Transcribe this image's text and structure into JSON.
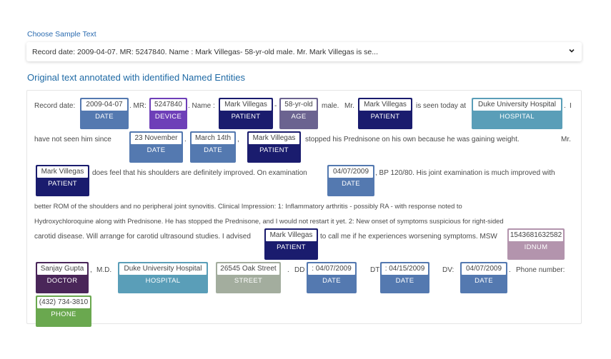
{
  "selector": {
    "label": "Choose Sample Text",
    "selected": "Record date: 2009-04-07. MR: 5247840. Name : Mark Villegas- 58-yr-old male. Mr. Mark Villegas is se..."
  },
  "section_title": "Original text annotated with identified Named Entities",
  "text": {
    "s1": "Record date:",
    "s2": ". MR:",
    "s3": ". Name :",
    "s4": "-",
    "s5": "male.",
    "s6": "Mr.",
    "s7": "is seen today at",
    "s8": ".",
    "s9": "I",
    "s10": "have not seen him since",
    "s11": ".",
    "s12": ",",
    "s13": "stopped his Prednisone on his own because he was gaining weight.",
    "s14": "Mr.",
    "s15": "does feel that his shoulders are definitely improved. On examination",
    "s16": ", BP 120/80.  His joint examination is much improved with",
    "s17": "better ROM of the shoulders and no peripheral joint synovitis.  Clinical Impression: 1:  Inflammatory arthritis - possibly RA - with response noted to",
    "s18": "Hydroxychloroquine along with Prednisone.  He has stopped the Prednisone, and I would not restart it yet.  2:  New onset of symptoms suspicious for right-sided",
    "s19": "carotid disease.  Will arrange for carotid ultrasound studies.  I advised",
    "s20": "to call me if he experiences worsening symptoms. MSW",
    "s21": ",",
    "s22": "M.D.",
    "s23": ".",
    "s24": "DD",
    "s25": "DT",
    "s26": "DV:",
    "s27": ".",
    "s28": "Phone number:"
  },
  "entities": [
    {
      "value": "2009-04-07",
      "label": "DATE"
    },
    {
      "value": "5247840",
      "label": "DEVICE"
    },
    {
      "value": "Mark Villegas",
      "label": "PATIENT"
    },
    {
      "value": "58-yr-old",
      "label": "AGE"
    },
    {
      "value": "Mark Villegas",
      "label": "PATIENT"
    },
    {
      "value": "Duke University Hospital",
      "label": "HOSPITAL"
    },
    {
      "value": "23 November",
      "label": "DATE"
    },
    {
      "value": "March 14th",
      "label": "DATE"
    },
    {
      "value": "Mark Villegas",
      "label": "PATIENT"
    },
    {
      "value": "Mark Villegas",
      "label": "PATIENT"
    },
    {
      "value": "04/07/2009",
      "label": "DATE"
    },
    {
      "value": "Mark Villegas",
      "label": "PATIENT"
    },
    {
      "value": "1543681632582",
      "label": "IDNUM"
    },
    {
      "value": "Sanjay Gupta",
      "label": "DOCTOR"
    },
    {
      "value": "Duke University Hospital",
      "label": "HOSPITAL"
    },
    {
      "value": "26545 Oak Street",
      "label": "STREET"
    },
    {
      "value": ": 04/07/2009",
      "label": "DATE"
    },
    {
      "value": ": 04/15/2009",
      "label": "DATE"
    },
    {
      "value": "04/07/2009",
      "label": "DATE"
    },
    {
      "value": "(432) 734-3810",
      "label": "PHONE"
    }
  ],
  "colors": {
    "DATE": "#5479b0",
    "DEVICE": "#6e3fb8",
    "PATIENT": "#1a1c6e",
    "AGE": "#6b6390",
    "HOSPITAL": "#5a9eb8",
    "IDNUM": "#b394ad",
    "DOCTOR": "#4a2659",
    "STREET": "#a3ad9e",
    "PHONE": "#6aa84f"
  }
}
